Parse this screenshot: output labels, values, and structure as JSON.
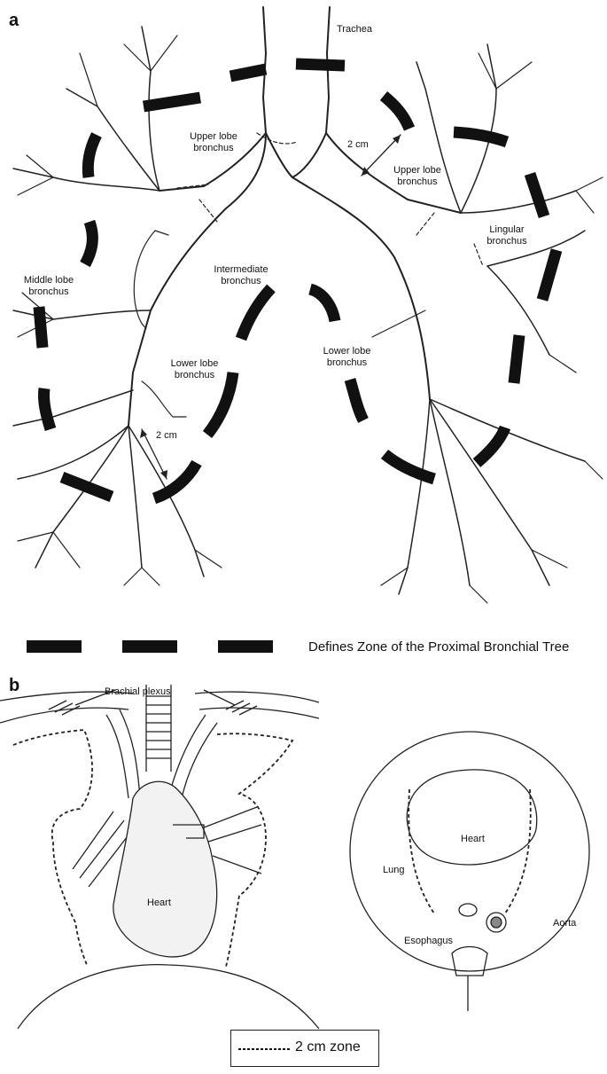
{
  "panel_a": {
    "letter": "a",
    "labels": {
      "trachea": "Trachea",
      "right_upper_lobe": "Upper lobe\nbronchus",
      "left_upper_lobe": "Upper lobe\nbronchus",
      "intermediate": "Intermediate\nbronchus",
      "middle_lobe": "Middle lobe\nbronchus",
      "right_lower_lobe": "Lower lobe\nbronchus",
      "left_lower_lobe": "Lower lobe\nbronchus",
      "lingular": "Lingular\nbronchus",
      "dist_upper": "2 cm",
      "dist_lower": "2 cm"
    },
    "legend": "Defines Zone of the Proximal Bronchial Tree"
  },
  "panel_b": {
    "letter": "b",
    "labels": {
      "brachial_plexus": "Brachial plexus",
      "heart_front": "Heart",
      "heart_axial": "Heart",
      "lung": "Lung",
      "esophagus": "Esophagus",
      "aorta": "Aorta"
    },
    "legend": "2 cm zone"
  }
}
